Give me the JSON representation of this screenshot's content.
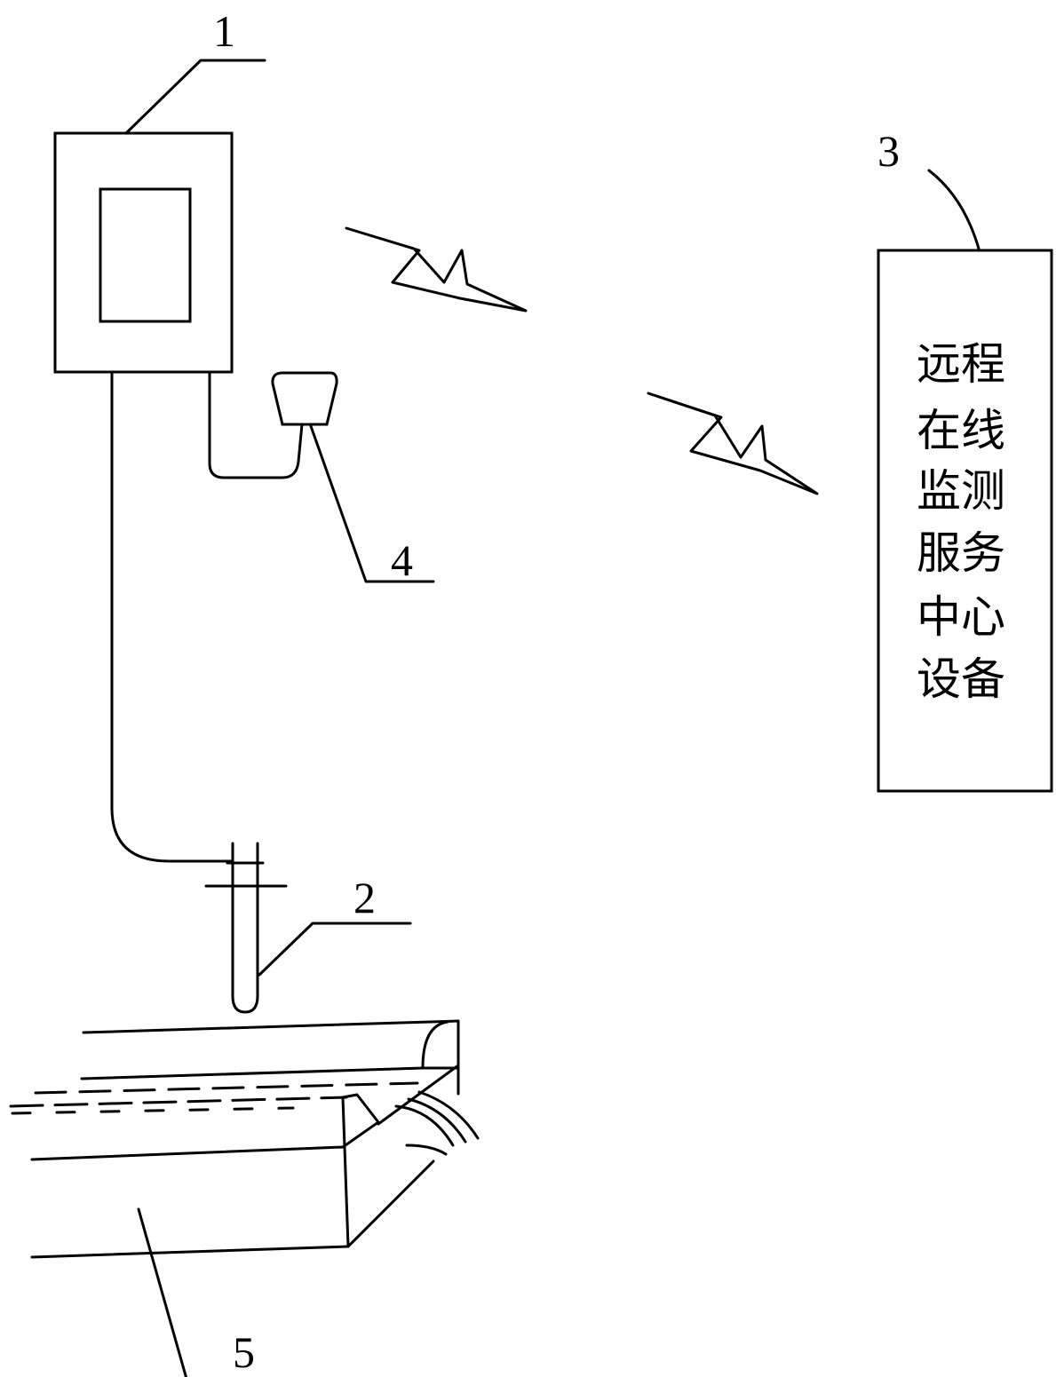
{
  "labels": {
    "device": "1",
    "sensor": "2",
    "server": "3",
    "antenna": "4",
    "channel": "5"
  },
  "server_text": [
    "远程",
    "在线",
    "监测",
    "服务",
    "中心",
    "设备"
  ]
}
